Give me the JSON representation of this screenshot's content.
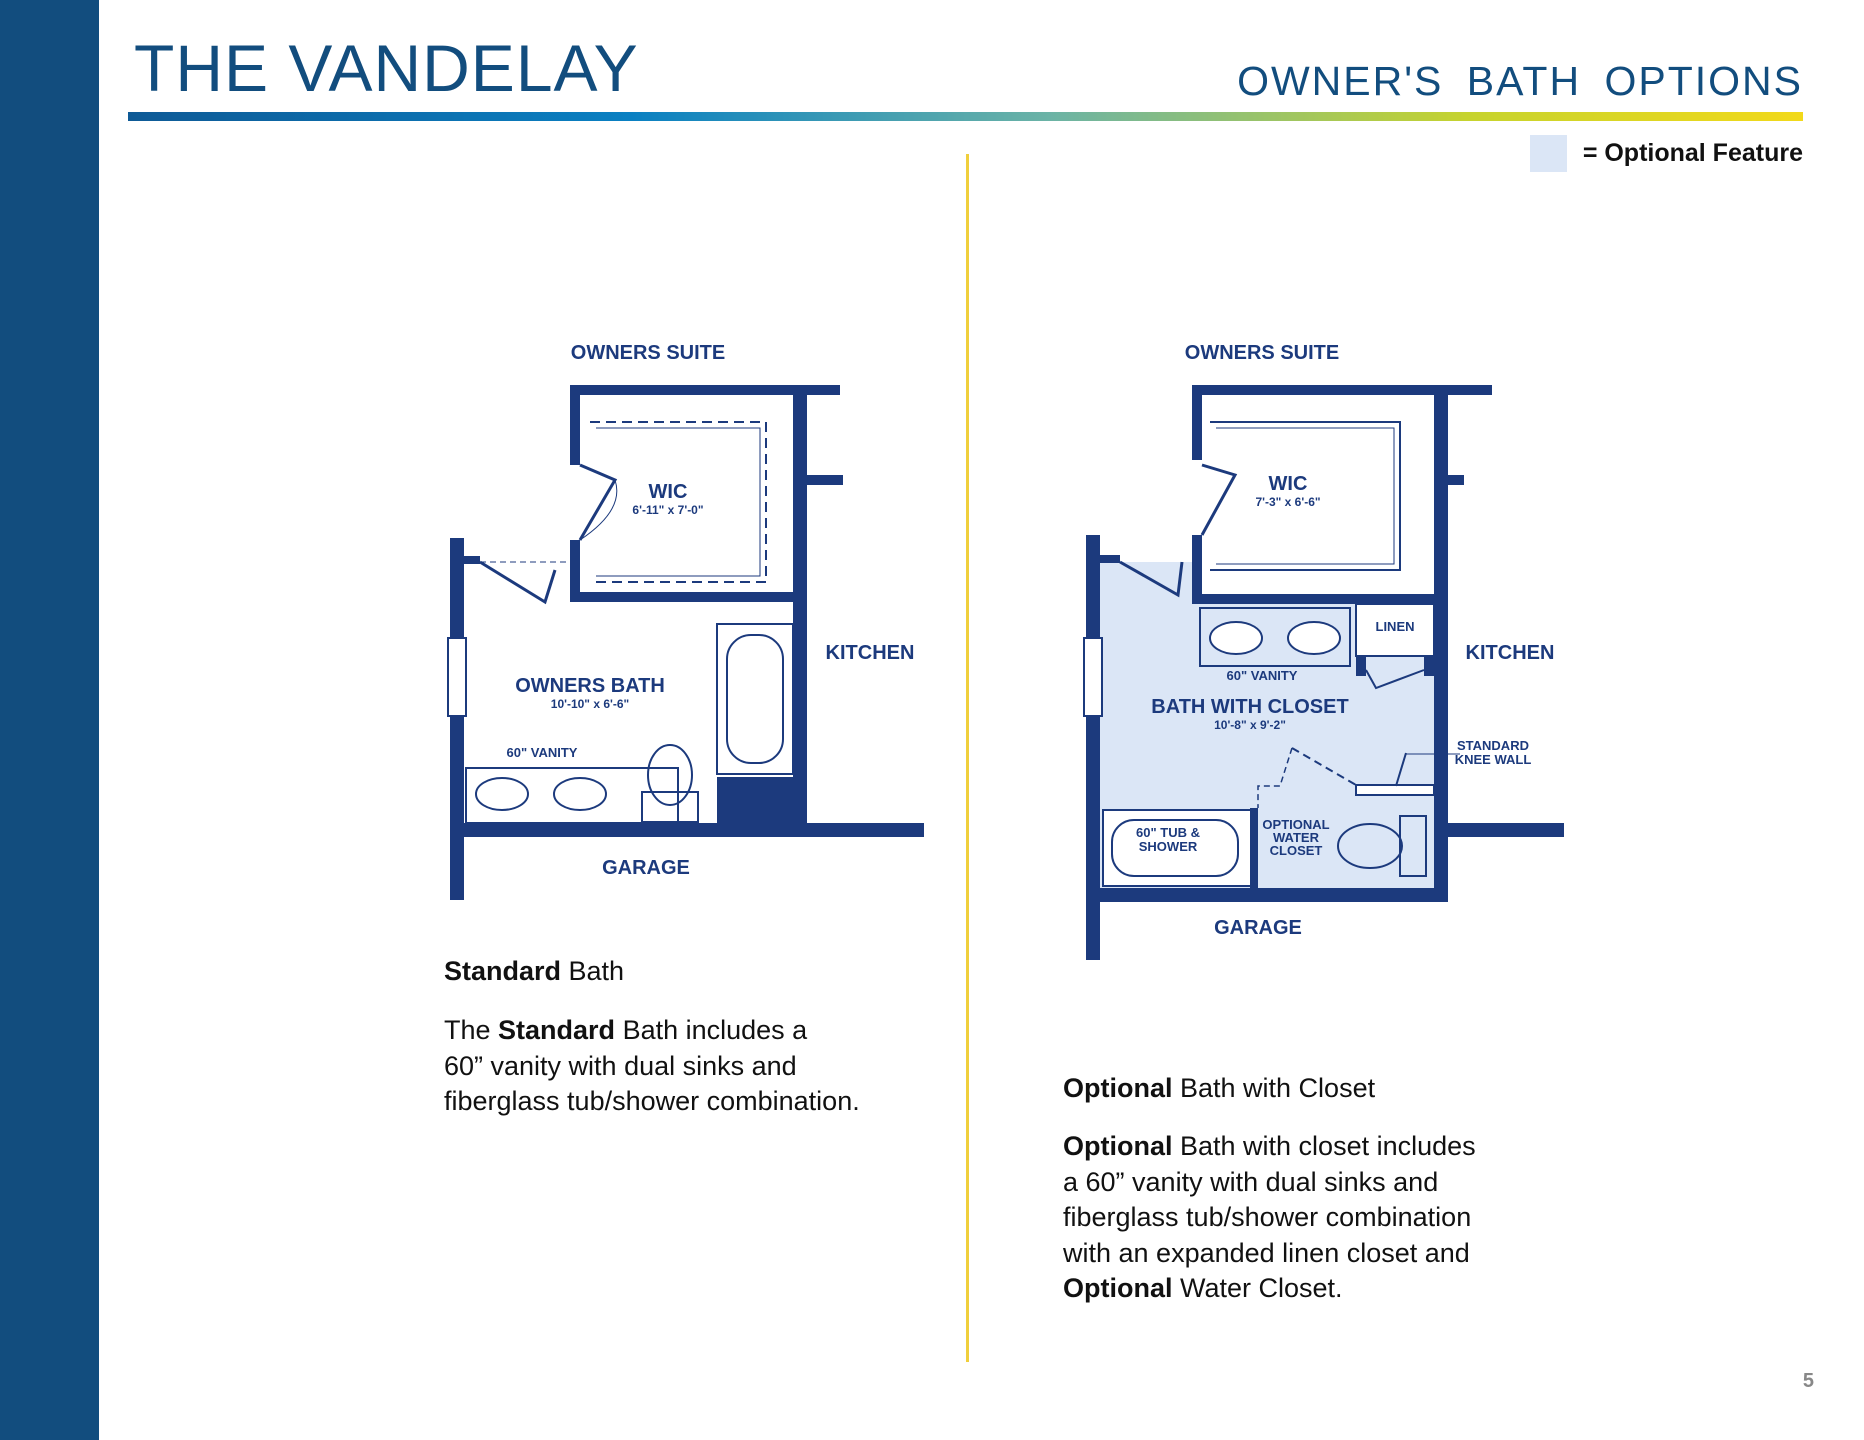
{
  "header": {
    "title": "THE VANDELAY",
    "subtitle": "OWNER'S BATH OPTIONS"
  },
  "legend": {
    "label": "= Optional Feature",
    "swatch_color": "#dbe6f6"
  },
  "colors": {
    "sidebar": "#124d7e",
    "wall": "#1c3a7d",
    "optional_fill": "#dbe6f6",
    "divider": "#f0cf3c"
  },
  "standard_plan": {
    "top_label": "OWNERS SUITE",
    "wic_label": "WIC",
    "wic_dims": "6'-11\" x 7'-0\"",
    "room_label": "OWNERS BATH",
    "room_dims": "10'-10\" x 6'-6\"",
    "vanity_label": "60\" VANITY",
    "kitchen_label": "KITCHEN",
    "garage_label": "GARAGE"
  },
  "optional_plan": {
    "top_label": "OWNERS SUITE",
    "wic_label": "WIC",
    "wic_dims": "7'-3\" x 6'-6\"",
    "linen_label": "LINEN",
    "vanity_label": "60\" VANITY",
    "room_label": "BATH WITH CLOSET",
    "room_dims": "10'-8\" x 9'-2\"",
    "kitchen_label": "KITCHEN",
    "knee_wall_line1": "STANDARD",
    "knee_wall_line2": "KNEE WALL",
    "tub_line1": "60\" TUB &",
    "tub_line2": "SHOWER",
    "wc_line1": "OPTIONAL",
    "wc_line2": "WATER",
    "wc_line3": "CLOSET",
    "garage_label": "GARAGE"
  },
  "standard_text": {
    "heading_bold": "Standard",
    "heading_rest": " Bath",
    "line1_pre": "The ",
    "line1_bold": "Standard",
    "line1_post": " Bath includes a",
    "line2": "60” vanity with dual sinks and",
    "line3": "fiberglass tub/shower combination."
  },
  "optional_text": {
    "heading_bold": "Optional",
    "heading_rest": " Bath with Closet",
    "line1_bold": "Optional",
    "line1_post": " Bath with closet includes",
    "line2": "a 60” vanity with dual sinks and",
    "line3": "fiberglass tub/shower combination",
    "line4": "with an expanded linen closet and",
    "line5_bold": "Optional",
    "line5_post": " Water Closet."
  },
  "page_number": "5"
}
